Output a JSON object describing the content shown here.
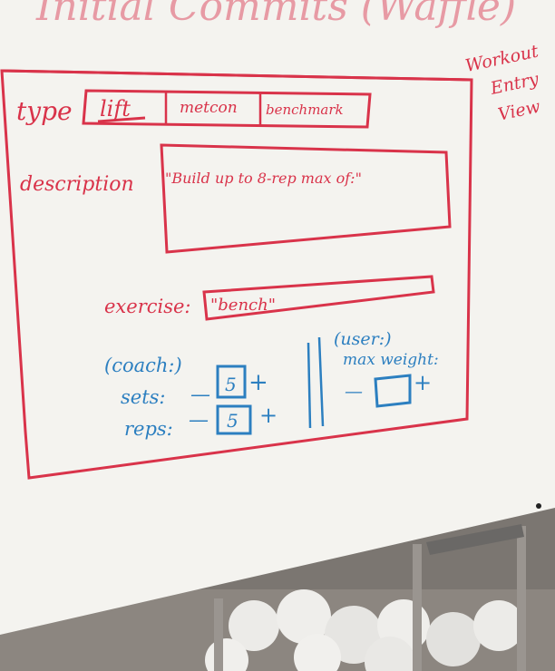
{
  "header": {
    "title": "Initial Commits (Waffle)",
    "side_note": [
      "Workout",
      "Entry",
      "View"
    ]
  },
  "form": {
    "type_label": "type",
    "type_options": [
      "lift",
      "metcon",
      "benchmark"
    ],
    "selected_type": "lift",
    "description_label": "description",
    "description_value": "\"Build up to 8-rep max of:\"",
    "exercise_label": "exercise:",
    "exercise_value": "\"bench\"",
    "coach_label": "(coach:)",
    "sets_label": "sets:",
    "sets_value": "5",
    "reps_label": "reps:",
    "reps_value": "5",
    "user_label": "(user:)",
    "max_weight_label": "max weight:",
    "minus_symbol": "—",
    "plus_symbol": "+"
  },
  "colors": {
    "red_marker": "#d9334a",
    "blue_marker": "#2c7fc0",
    "board": "#f4f3ef"
  }
}
